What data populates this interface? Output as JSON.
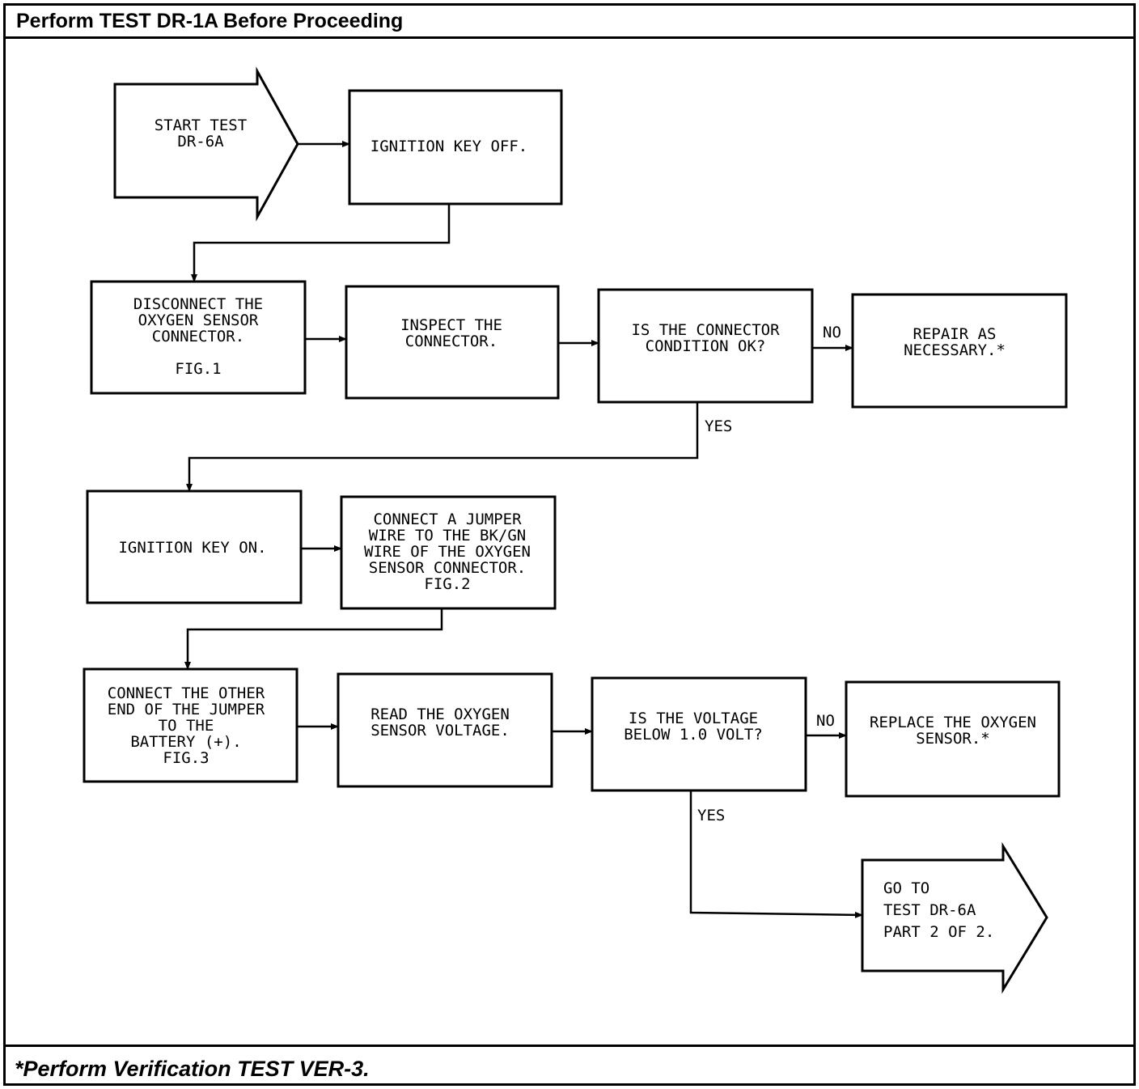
{
  "header": {
    "title": "Perform TEST DR-1A Before Proceeding"
  },
  "footer": {
    "note": "*Perform Verification TEST VER-3."
  },
  "nodes": {
    "start": {
      "lines": [
        "START TEST",
        "DR-6A"
      ]
    },
    "ign_off": {
      "lines": [
        "IGNITION KEY OFF."
      ]
    },
    "disconnect": {
      "lines": [
        "DISCONNECT THE",
        "OXYGEN SENSOR",
        "CONNECTOR.",
        "",
        "FIG.1"
      ]
    },
    "inspect": {
      "lines": [
        "INSPECT THE",
        "CONNECTOR."
      ]
    },
    "conn_ok": {
      "lines": [
        "IS THE CONNECTOR",
        "CONDITION OK?"
      ]
    },
    "repair": {
      "lines": [
        "REPAIR AS",
        "NECESSARY.*"
      ]
    },
    "ign_on": {
      "lines": [
        "IGNITION KEY ON."
      ]
    },
    "jumper": {
      "lines": [
        "CONNECT A JUMPER",
        "WIRE TO THE BK/GN",
        "WIRE OF THE OXYGEN",
        "SENSOR CONNECTOR.",
        "FIG.2"
      ]
    },
    "other_end": {
      "lines": [
        "CONNECT THE OTHER",
        "END OF THE JUMPER",
        "TO THE",
        "BATTERY (+).",
        "FIG.3"
      ]
    },
    "read_volt": {
      "lines": [
        "READ THE OXYGEN",
        "SENSOR VOLTAGE."
      ]
    },
    "volt_below": {
      "lines": [
        "IS THE VOLTAGE",
        "BELOW 1.0 VOLT?"
      ]
    },
    "replace": {
      "lines": [
        "REPLACE THE OXYGEN",
        "SENSOR.*"
      ]
    },
    "goto": {
      "lines": [
        "GO TO",
        "TEST DR-6A",
        "PART 2 OF 2."
      ]
    }
  },
  "edge_labels": {
    "no1": "NO",
    "yes1": "YES",
    "no2": "NO",
    "yes2": "YES"
  }
}
